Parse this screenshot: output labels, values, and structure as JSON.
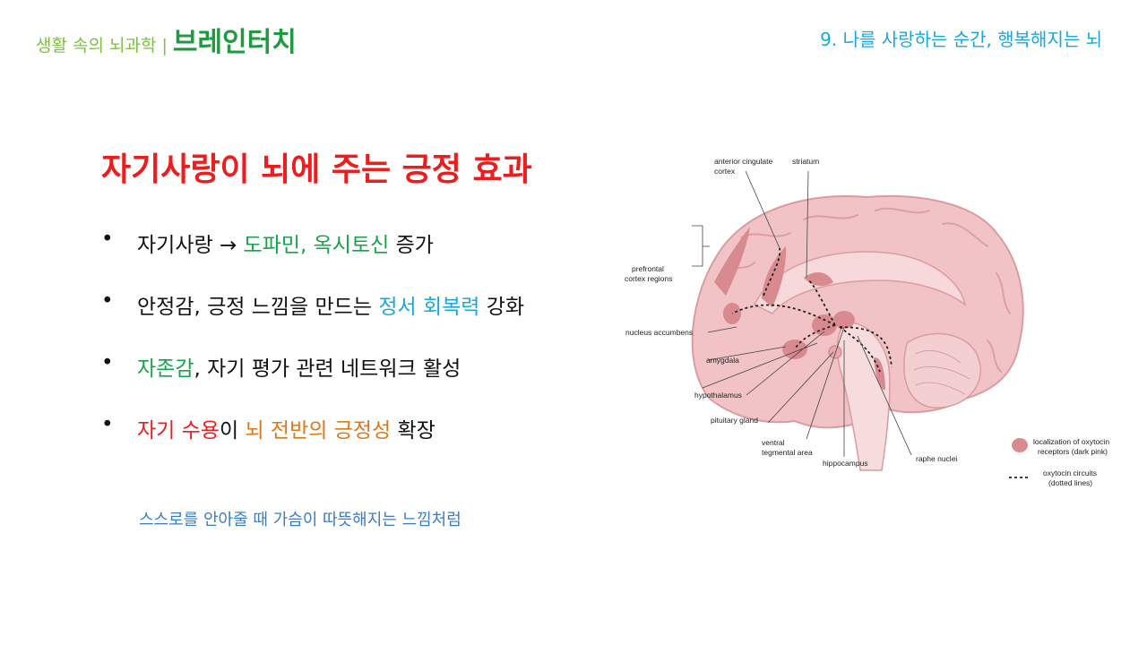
{
  "header": {
    "subtitle": "생활 속의 뇌과학",
    "separator": "|",
    "brand": "브레인터치",
    "episode": "9. 나를 사랑하는 순간, 행복해지는 뇌"
  },
  "slide": {
    "title": "자기사랑이 뇌에 주는 긍정 효과",
    "bullet_glyph": "•",
    "bullets": [
      {
        "p1": "자기사랑 → ",
        "p2": "도파민, 옥시토신",
        "p3": " 증가"
      },
      {
        "p1": "안정감, 긍정 느낌을 만드는 ",
        "p2": "정서 회복력",
        "p3": " 강화"
      },
      {
        "p1": "자존감",
        "p2": ", 자기 평가 관련 네트워크 활성"
      },
      {
        "p1": "자기 수용",
        "p2": "이 ",
        "p3": "뇌 전반의 긍정성",
        "p4": " 확장"
      }
    ],
    "caption": "스스로를 안아줄 때 가슴이 따뜻해지는 느낌처럼"
  },
  "diagram": {
    "labels": {
      "acc1": "anterior cingulate",
      "acc2": "cortex",
      "striatum": "striatum",
      "pfc1": "prefrontal",
      "pfc2": "cortex regions",
      "nacc": "nucleus accumbens",
      "amyg": "amygdala",
      "hypo": "hypothalamus",
      "pit": "pituitary gland",
      "vta1": "ventral",
      "vta2": "tegmental area",
      "hip": "hippocampus",
      "raphe": "raphe nuclei"
    },
    "legend": {
      "receptors1": "localization of oxytocin",
      "receptors2": "receptors (dark pink)",
      "circuits1": "oxytocin circuits",
      "circuits2": "(dotted lines)"
    },
    "colors": {
      "brain": "#f2c3c6",
      "receptor": "#d98a90",
      "stem": "#f6dcdc"
    }
  }
}
